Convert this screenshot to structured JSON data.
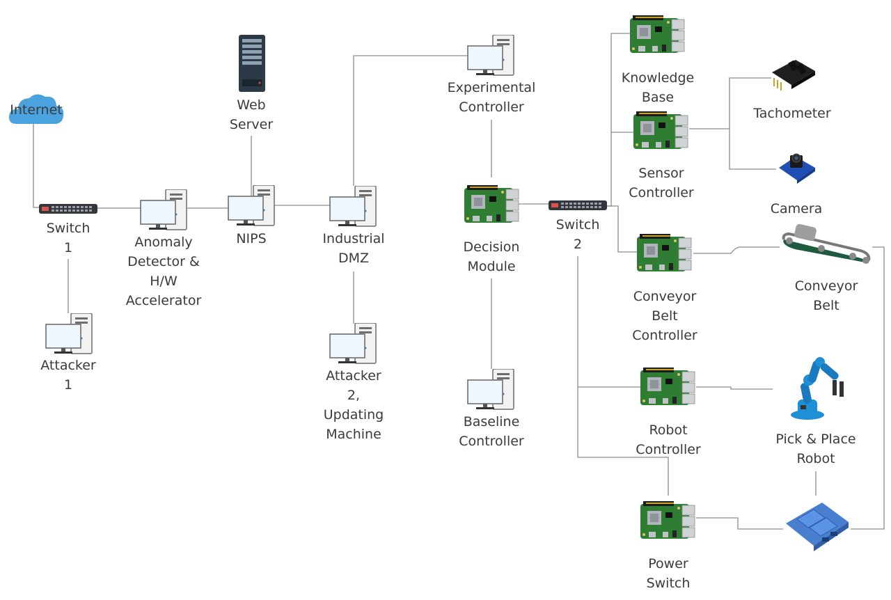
{
  "colors": {
    "wire": "#8c8c8c",
    "text": "#3a3a3a",
    "cloud": "#4aa3df",
    "pcb": "#2e7d32",
    "relay": "#4a7fd0"
  },
  "nodes": {
    "internet": "Internet",
    "switch1": "Switch\n1",
    "attacker1": "Attacker\n1",
    "anomaly": "Anomaly\nDetector &\nH/W\nAccelerator",
    "web_server": "Web\nServer",
    "nips": "NIPS",
    "industrial_dmz": "Industrial\nDMZ",
    "attacker2": "Attacker\n2,\nUpdating\nMachine",
    "experimental_controller": "Experimental\nController",
    "decision_module": "Decision\nModule",
    "baseline_controller": "Baseline\nController",
    "switch2": "Switch\n2",
    "knowledge_base": "Knowledge\nBase",
    "sensor_controller": "Sensor\nController",
    "conveyor_belt_controller": "Conveyor\nBelt\nController",
    "robot_controller": "Robot\nController",
    "power_switch": "Power\nSwitch",
    "tachometer": "Tachometer",
    "camera": "Camera",
    "conveyor_belt": "Conveyor\nBelt",
    "pick_place_robot": "Pick & Place\nRobot"
  },
  "icons": {
    "internet": "cloud-icon",
    "switch": "network-switch-icon",
    "pc": "desktop-computer-icon",
    "server": "server-rack-icon",
    "board": "raspberry-pi-icon",
    "tachometer": "tachometer-sensor-icon",
    "camera": "camera-module-icon",
    "conveyor": "conveyor-belt-icon",
    "robot": "robot-arm-icon",
    "relay": "relay-board-icon"
  }
}
